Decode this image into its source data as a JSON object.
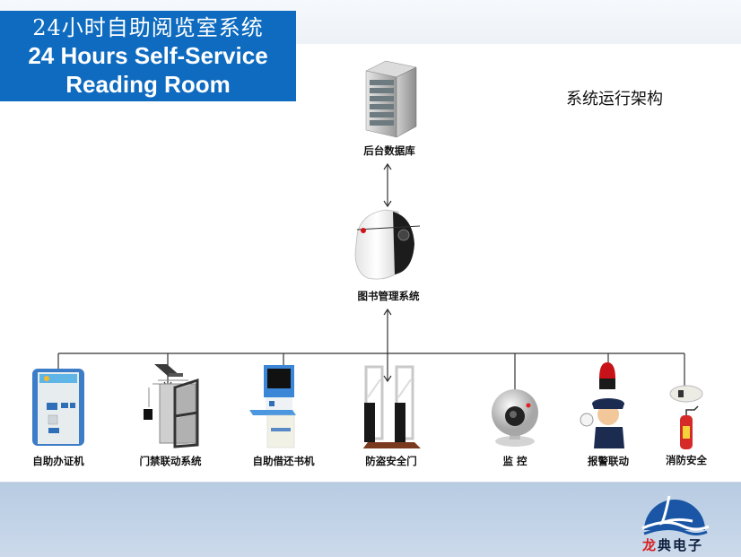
{
  "header": {
    "title_cn": "24小时自助阅览室系统",
    "title_en_line1": "24 Hours Self-Service",
    "title_en_line2": "Reading Room",
    "brand_color": "#0e6bbf"
  },
  "page_heading": "系统运行架构",
  "diagram": {
    "server": {
      "label": "后台数据库",
      "icon": "server-rack-icon"
    },
    "core": {
      "label": "图书管理系统",
      "icon": "library-management-device-icon"
    },
    "devices": [
      {
        "label": "自助办证机",
        "icon": "card-issuing-kiosk-icon"
      },
      {
        "label": "门禁联动系统",
        "icon": "access-control-door-icon"
      },
      {
        "label": "自助借还书机",
        "icon": "self-checkout-kiosk-icon"
      },
      {
        "label": "防盗安全门",
        "icon": "anti-theft-gate-icon"
      },
      {
        "label": "监 控",
        "icon": "surveillance-camera-icon"
      },
      {
        "label": "报警联动",
        "icon": "alarm-police-icon"
      },
      {
        "label": "消防安全",
        "icon": "fire-safety-icon"
      }
    ],
    "connections": [
      {
        "from": "server",
        "to": "core",
        "type": "bidirectional"
      },
      {
        "from": "core",
        "to": "devices-bus",
        "type": "bidirectional"
      }
    ]
  },
  "logo": {
    "text_red": "龙",
    "text_rest": "典电子"
  }
}
